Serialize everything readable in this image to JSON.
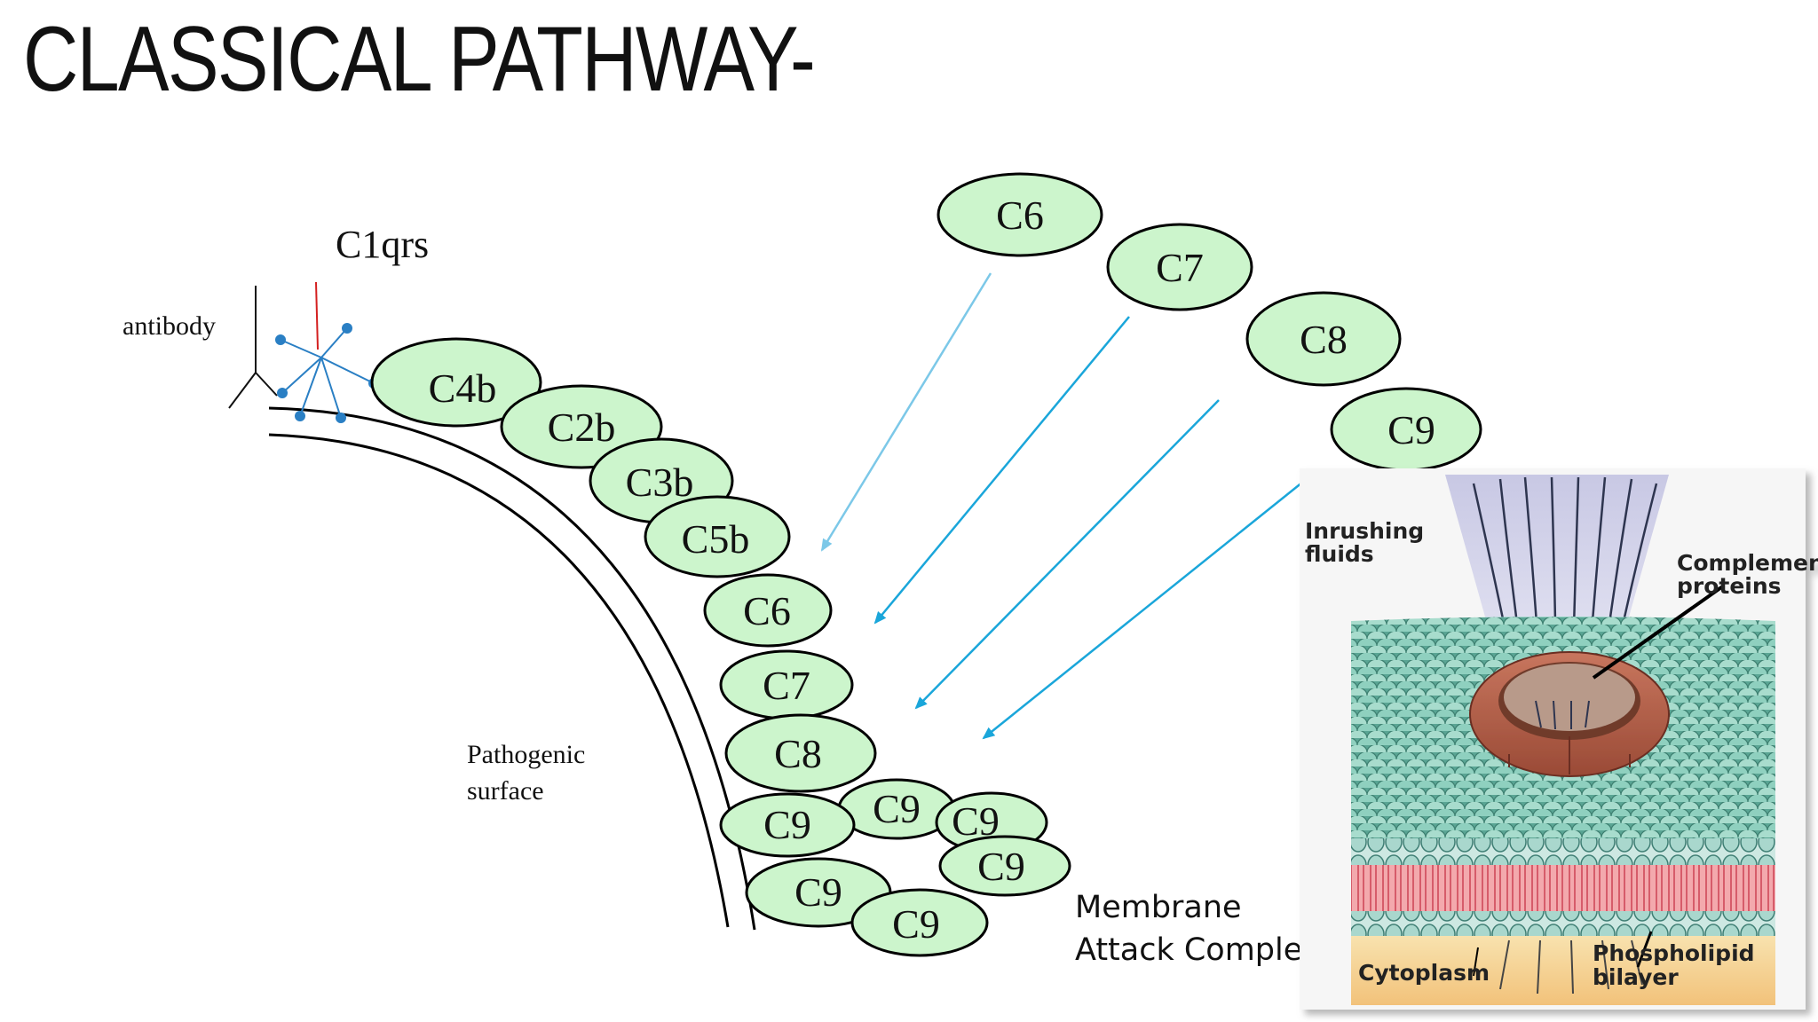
{
  "title": "CLASSICAL PATHWAY-",
  "labels": {
    "c1qrs": "C1qrs",
    "antibody": "antibody",
    "pathogenic_line1": "Pathogenic",
    "pathogenic_line2": "surface",
    "mac_line1": "Membrane",
    "mac_line2": "Attack Complex"
  },
  "bound_components": [
    "C4b",
    "C2b",
    "C3b",
    "C5b",
    "C6",
    "C7",
    "C8"
  ],
  "mac_c9": [
    "C9",
    "C9",
    "C9",
    "C9",
    "C9",
    "C9"
  ],
  "free_components": [
    "C6",
    "C7",
    "C8",
    "C9"
  ],
  "pore_figure": {
    "inrushing_1": "Inrushing",
    "inrushing_2": "fluids",
    "complement_1": "Complement",
    "complement_2": "proteins",
    "cytoplasm": "Cytoplasm",
    "phospholipid_1": "Phospholipid",
    "phospholipid_2": "bilayer"
  },
  "colors": {
    "oval_fill": "#ccf5cc",
    "arrow": "#1aa6da",
    "arrow_light": "#7cc8e8",
    "c1q_blue": "#2a7fc4",
    "c1q_red": "#d42020"
  }
}
